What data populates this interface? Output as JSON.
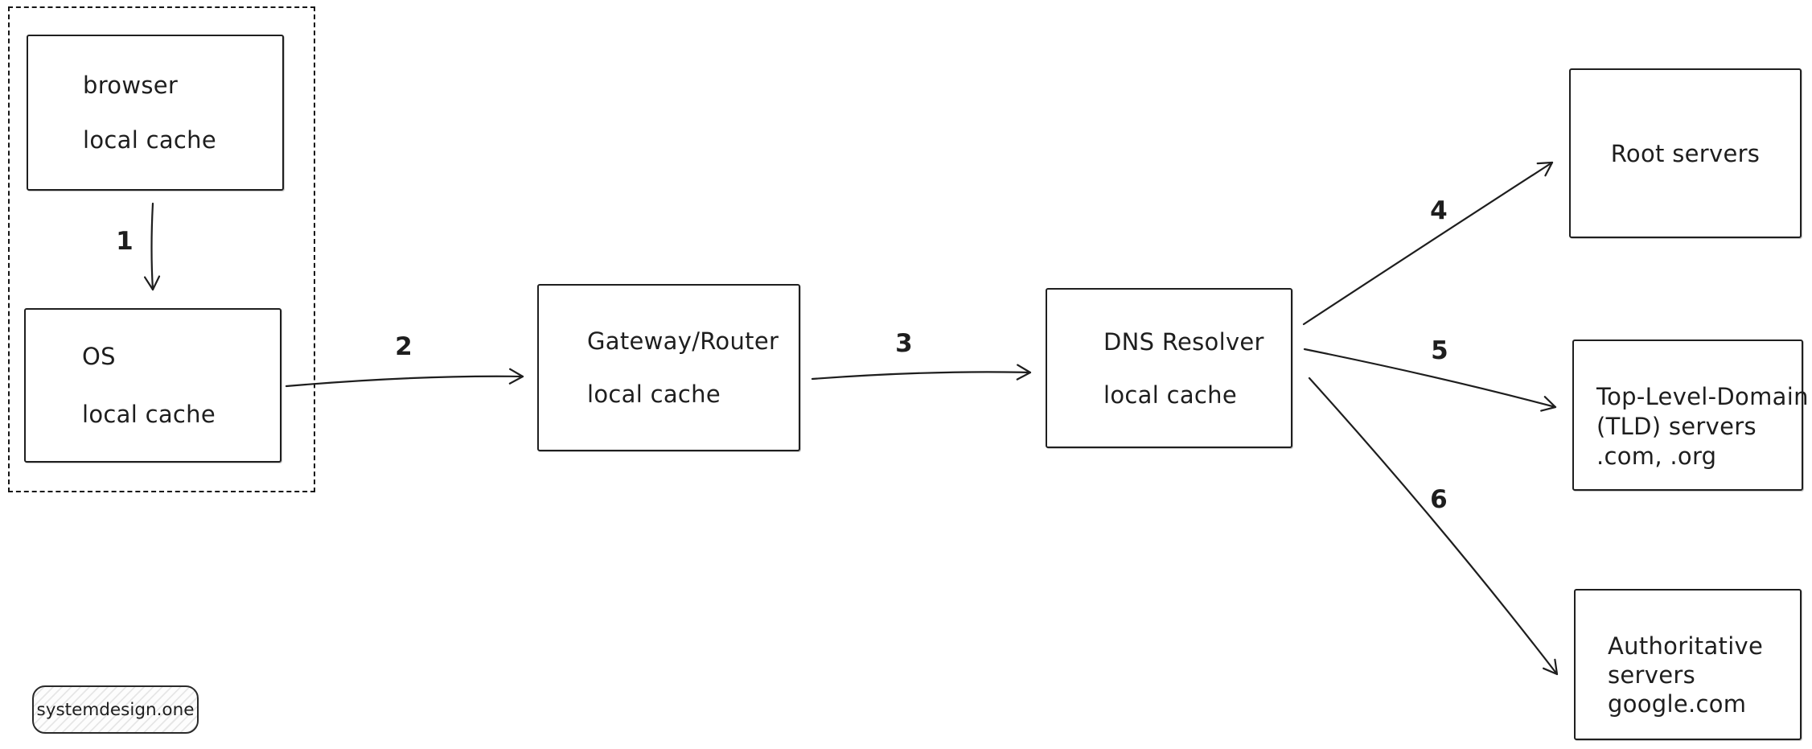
{
  "colors": {
    "ink": "#1e1e1e",
    "background": "#ffffff",
    "badge_fill": "#fdfdfd",
    "badge_hatch": "#e4e4e4"
  },
  "nodes": {
    "browser_cache": {
      "lines": [
        "browser",
        "local cache"
      ]
    },
    "os_cache": {
      "lines": [
        "OS",
        "local cache"
      ]
    },
    "gateway_router": {
      "lines": [
        "Gateway/Router",
        "local cache"
      ]
    },
    "dns_resolver": {
      "lines": [
        "DNS Resolver",
        "local cache"
      ]
    },
    "root_servers": {
      "lines": [
        "Root servers"
      ]
    },
    "tld_servers": {
      "lines": [
        "Top-Level-Domain",
        "(TLD) servers",
        ".com, .org"
      ]
    },
    "authoritative_servers": {
      "lines": [
        "Authoritative",
        "servers",
        "google.com"
      ]
    }
  },
  "arrows": [
    {
      "label": "1",
      "from": "browser_cache",
      "to": "os_cache"
    },
    {
      "label": "2",
      "from": "os_cache",
      "to": "gateway_router"
    },
    {
      "label": "3",
      "from": "gateway_router",
      "to": "dns_resolver"
    },
    {
      "label": "4",
      "from": "dns_resolver",
      "to": "root_servers"
    },
    {
      "label": "5",
      "from": "dns_resolver",
      "to": "tld_servers"
    },
    {
      "label": "6",
      "from": "dns_resolver",
      "to": "authoritative_servers"
    }
  ],
  "watermark": {
    "label": "systemdesign.one"
  }
}
